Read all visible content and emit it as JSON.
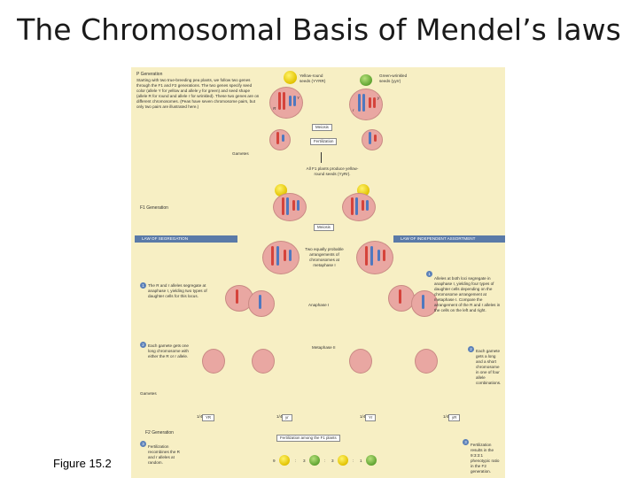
{
  "slide": {
    "title": "The Chromosomal Basis of Mendel’s laws",
    "figure_label": "Figure 15.2"
  },
  "figure": {
    "p_generation": {
      "label": "P Generation",
      "intro": "Starting with two true-breeding pea plants, we follow two genes through the F1 and F2 generations. The two genes specify seed color (allele Y for yellow and allele y for green) and seed shape (allele R for round and allele r for wrinkled). These two genes are on different chromosomes. (Peas have seven chromosome pairs, but only two pairs are illustrated here.)",
      "parent_yellow": "Yellow-round seeds (YYRR)",
      "parent_green": "Green-wrinkled seeds (yyrr)"
    },
    "meiosis_label": "Meiosis",
    "fertilization_label": "Fertilization",
    "gametes_label": "Gametes",
    "f1_note": "All F1 plants produce yellow-round seeds (YyRr).",
    "f1_generation_label": "F1 Generation",
    "law_segregation": "LAW OF SEGREGATION",
    "law_independent": "LAW OF INDEPENDENT ASSORTMENT",
    "metaphase_note": "Two equally probable arrangements of chromosomes at metaphase I",
    "anaphase_label": "Anaphase I",
    "metaphase2_label": "Metaphase II",
    "steps": [
      {
        "n": "1",
        "text": "The R and r alleles segregate at anaphase I, yielding two types of daughter cells for this locus."
      },
      {
        "n": "2",
        "text": "Each gamete gets one long chromosome with either the R or r allele."
      },
      {
        "n": "3",
        "text": "Fertilization recombines the R and r alleles at random."
      },
      {
        "n": "1",
        "text": "Alleles at both loci segregate in anaphase I, yielding four types of daughter cells depending on the chromosome arrangement at metaphase I. Compare the arrangement of the R and r alleles in the cells on the left and right."
      },
      {
        "n": "2",
        "text": "Each gamete gets a long and a short chromosome in one of four allele combinations."
      },
      {
        "n": "3",
        "text": "Fertilization results in the 9:3:3:1 phenotypic ratio in the F2 generation."
      }
    ],
    "gamete_genotypes": [
      "YR",
      "yr",
      "Yr",
      "yR"
    ],
    "gamete_fractions": [
      "1/4",
      "1/4",
      "1/4",
      "1/4"
    ],
    "f2_generation_label": "F2 Generation",
    "f2_fertilization": "Fertilization among the F1 plants",
    "ratio": [
      "9",
      "3",
      "3",
      "1"
    ],
    "ratio_separators": [
      ":",
      ":",
      ":"
    ],
    "alleles": {
      "R": "R",
      "r": "r",
      "Y": "Y",
      "y": "y"
    }
  }
}
